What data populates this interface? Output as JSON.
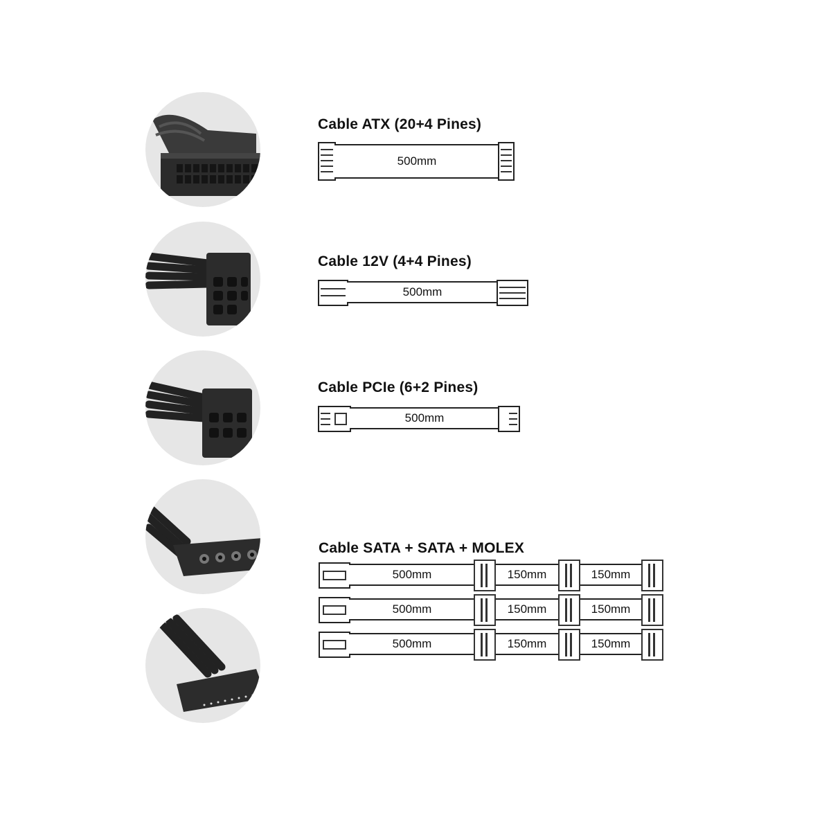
{
  "cables": [
    {
      "title": "Cable ATX (20+4 Pines)",
      "segments": [
        "500mm"
      ],
      "photo": "atx-24pin-connector"
    },
    {
      "title": "Cable 12V (4+4 Pines)",
      "segments": [
        "500mm"
      ],
      "photo": "eps-12v-8pin-connector"
    },
    {
      "title": "Cable PCIe (6+2 Pines)",
      "segments": [
        "500mm"
      ],
      "photo": "pcie-8pin-connector"
    },
    {
      "title": "Cable SATA + SATA + MOLEX",
      "rows": [
        {
          "segments": [
            "500mm",
            "150mm",
            "150mm"
          ]
        },
        {
          "segments": [
            "500mm",
            "150mm",
            "150mm"
          ]
        },
        {
          "segments": [
            "500mm",
            "150mm",
            "150mm"
          ]
        }
      ],
      "photos": [
        "molex-4pin-connector",
        "sata-power-connector"
      ]
    }
  ],
  "colors": {
    "circle_bg": "#e6e6e6",
    "connector": "#2a2a2a",
    "line": "#222222"
  }
}
